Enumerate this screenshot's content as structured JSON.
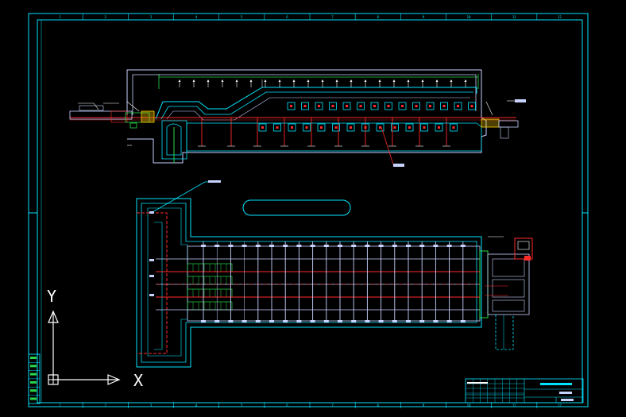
{
  "viewport": {
    "background": "#000000",
    "colors": {
      "frame": "#00e5ff",
      "linework": "#00e5ff",
      "furnace_outline": "#c8d2ff",
      "centerline": "#ff2a2a",
      "green_detail": "#2ad84a",
      "burner_highlight": "#ffd400",
      "annotation": "#ffffff",
      "tag": "#c8d2ff"
    }
  },
  "frame": {
    "top_zone_numbers": [
      "1",
      "2",
      "3",
      "4",
      "5",
      "6",
      "7",
      "8",
      "9",
      "10",
      "11",
      "12"
    ],
    "bottom_zone_numbers": [
      "1",
      "2",
      "3",
      "4",
      "5",
      "6",
      "7",
      "8",
      "9",
      "10",
      "11",
      "12"
    ]
  },
  "ucs": {
    "x_label": "X",
    "y_label": "Y"
  },
  "title_block": {
    "drawing_name": "",
    "drawing_no": "",
    "scale": ""
  },
  "revision_block": {
    "rows": [
      "",
      "",
      "",
      "",
      "",
      ""
    ]
  },
  "icons": {
    "ucs": "ucs-axis-icon",
    "origin": "ucs-origin-box-icon"
  }
}
